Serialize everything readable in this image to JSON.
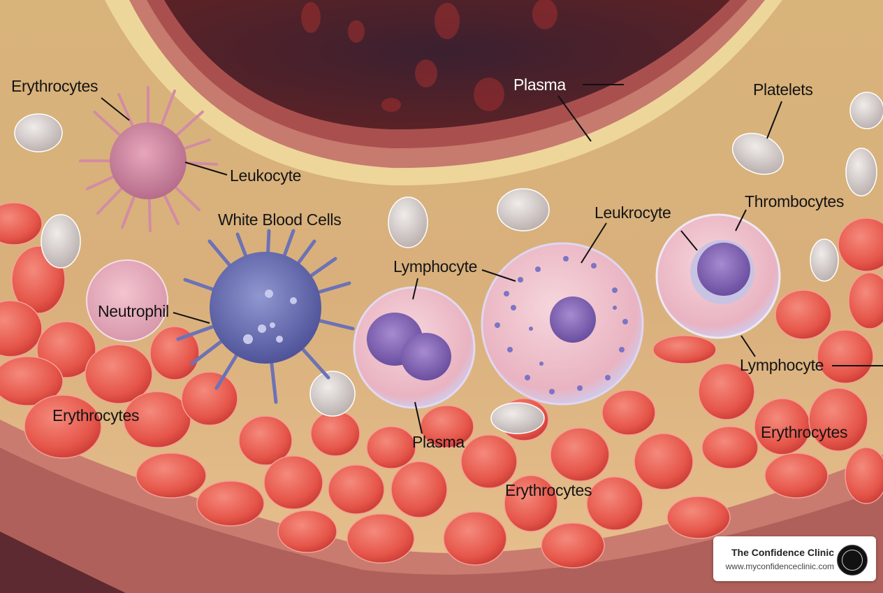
{
  "illustration": {
    "subject": "Blood vessel cross-section with blood cells",
    "colors": {
      "lumen": "#3a1f2a",
      "vessel_wall": "#b5605c",
      "plasma_background": "#d9b27c",
      "erythrocyte": "#e8574c",
      "platelet": "#d4cdca",
      "leukocyte_pink": "#d88aa6",
      "white_blood_cell_blue": "#6f74b8",
      "lymphocyte_body": "#efc2cc",
      "nucleus_purple": "#8a6cb8"
    }
  },
  "labels": {
    "erythrocytes_top_left": "Erythrocytes",
    "leukocyte": "Leukocyte",
    "plasma_top": "Plasma",
    "platelets": "Platelets",
    "white_blood_cells": "White Blood Cells",
    "leukrocyte": "Leukrocyte",
    "thrombocytes": "Thrombocytes",
    "lymphocyte_center": "Lymphocyte",
    "neutrophil": "Neutrophil",
    "lymphocyte_right": "Lymphocyte",
    "erythrocytes_left": "Erythrocytes",
    "plasma_bottom": "Plasma",
    "erythrocytes_right": "Erythrocytes",
    "erythrocytes_bottom": "Erythrocytes"
  },
  "badge": {
    "name": "The Confidence Clinic",
    "url": "www.myconfidenceclinic.com"
  }
}
